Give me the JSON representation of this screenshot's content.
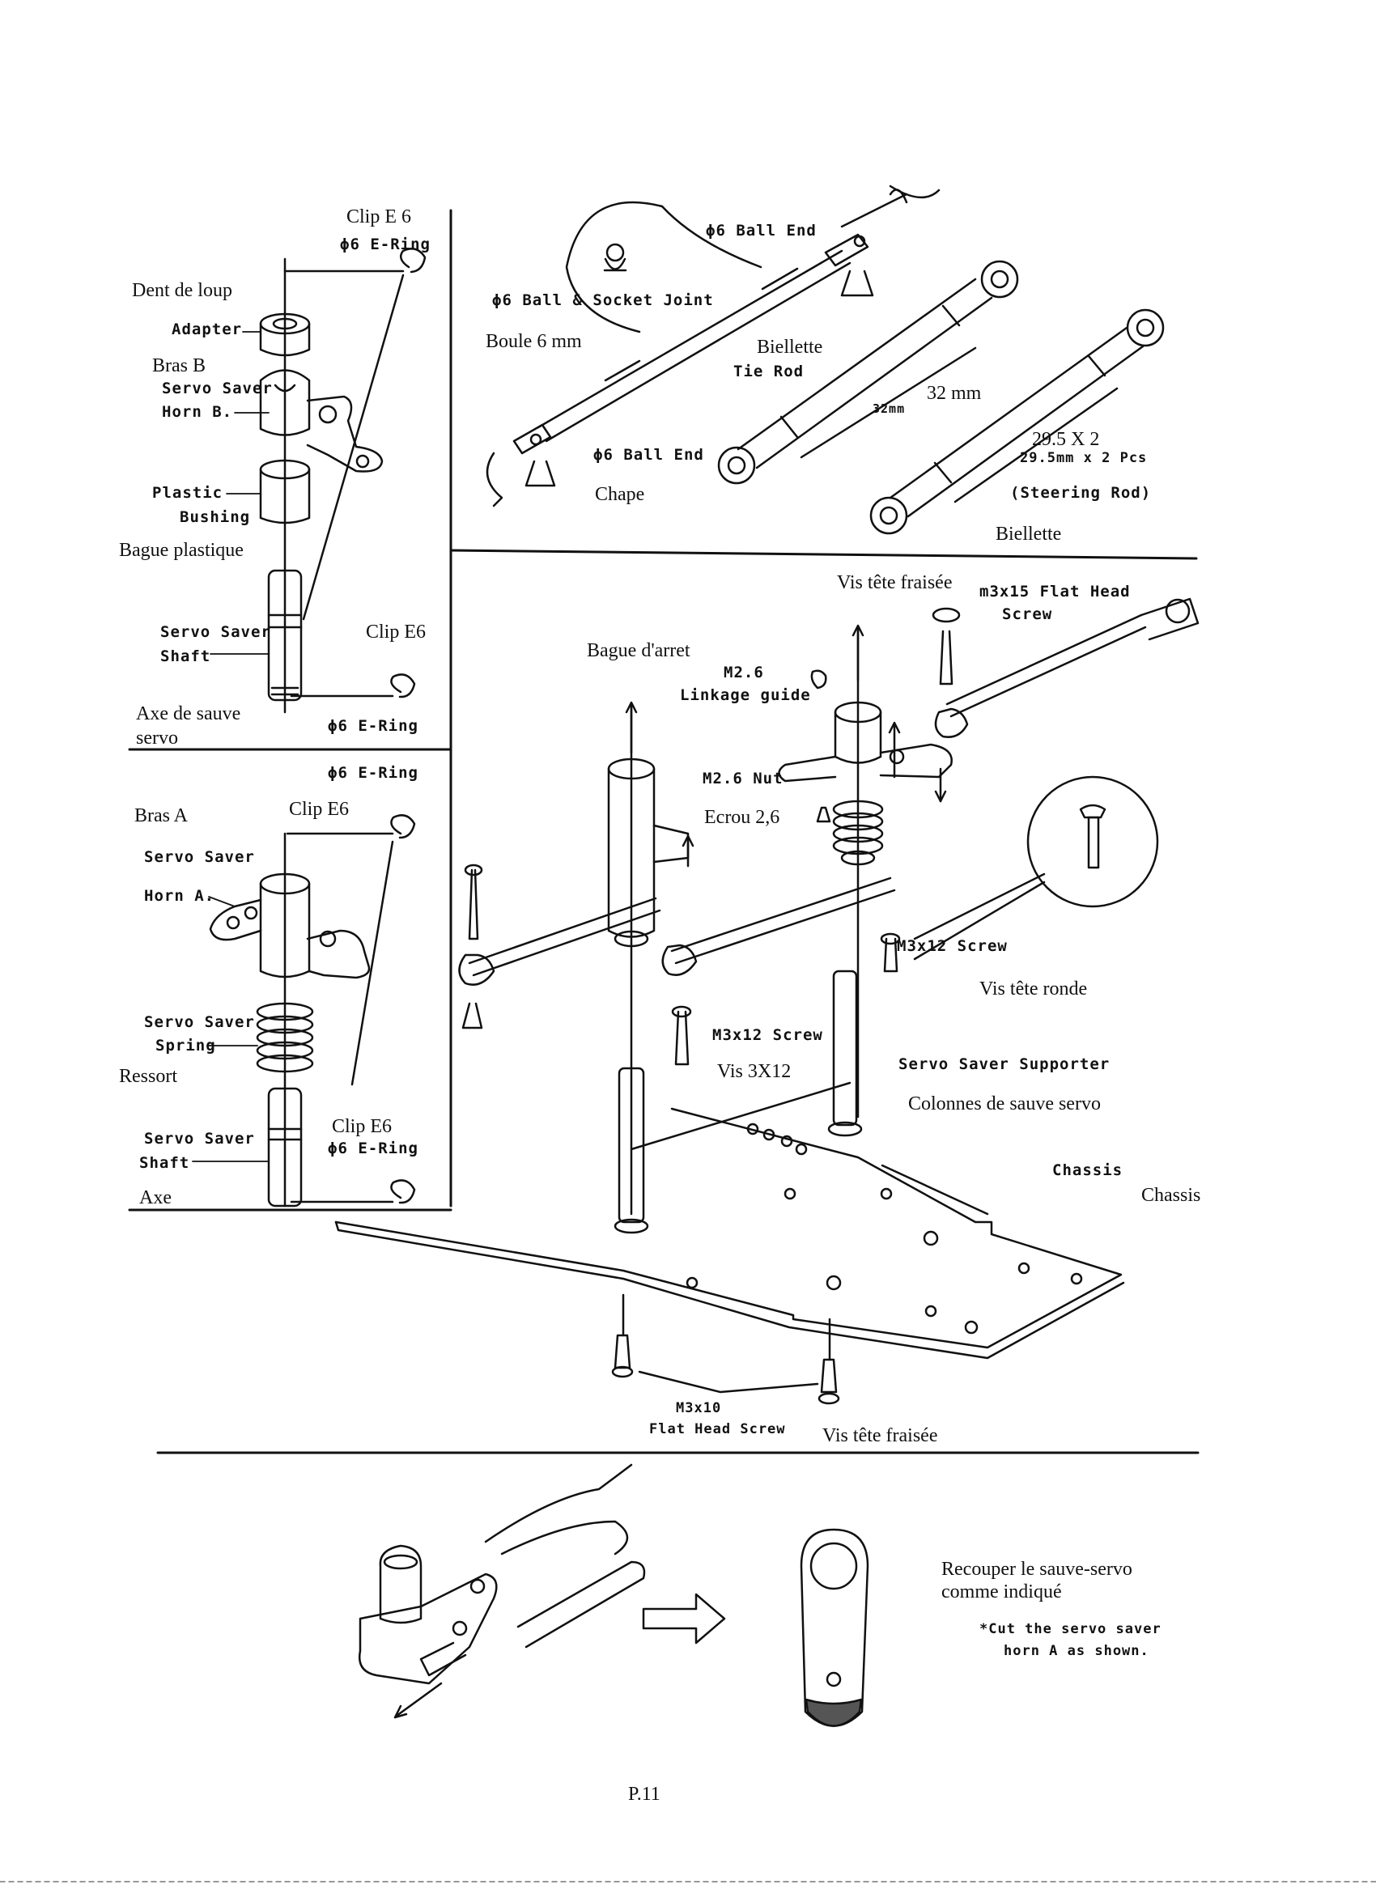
{
  "labels": {
    "clip_e6_top": "Clip E 6",
    "e_ring_top": "ϕ6 E-Ring",
    "dent_de_loup": "Dent de loup",
    "adapter": "Adapter",
    "bras_b": "Bras B",
    "servo_saver_horn_b_1": "Servo Saver",
    "servo_saver_horn_b_2": "Horn B.",
    "plastic_bushing_1": "Plastic",
    "plastic_bushing_2": "Bushing",
    "bague_plastique": "Bague plastique",
    "servo_saver_shaft_1": "Servo Saver",
    "servo_saver_shaft_2": "Shaft",
    "clip_e6_mid": "Clip E6",
    "axe_sauve_servo_1": "Axe de sauve",
    "axe_sauve_servo_2": "servo",
    "e_ring_mid": "ϕ6 E-Ring",
    "e_ring_low": "ϕ6 E-Ring",
    "bras_a": "Bras A",
    "clip_e6_low": "Clip E6",
    "servo_saver_horn_a_1": "Servo Saver",
    "servo_saver_horn_a_2": "Horn A.",
    "servo_saver_spring_1": "Servo Saver",
    "servo_saver_spring_2": "Spring",
    "ressort": "Ressort",
    "servo_saver_shaft_b_1": "Servo Saver",
    "servo_saver_shaft_b_2": "Shaft",
    "clip_e6_bottom": "Clip E6",
    "e_ring_bottom": "ϕ6 E-Ring",
    "axe": "Axe",
    "ball_end_top": "ϕ6 Ball End",
    "ball_socket_joint": "ϕ6 Ball & Socket Joint",
    "boule_6mm": "Boule 6 mm",
    "biellette_top": "Biellette",
    "tie_rod": "Tie Rod",
    "ball_end_bottom": "ϕ6 Ball End",
    "chape": "Chape",
    "dim_32mm_small": "32mm",
    "dim_32mm": "32 mm",
    "dim_29_5_x2": "29.5 X 2",
    "dim_29_5mm_2pcs": "29.5mm x 2 Pcs",
    "steering_rod": "(Steering Rod)",
    "biellette_bottom": "Biellette",
    "vis_tete_fraisee_top": "Vis tête fraisée",
    "m3x15_1": "m3x15 Flat Head",
    "m3x15_2": "Screw",
    "bague_arret": "Bague d'arret",
    "m26_linkage_1": "M2.6",
    "m26_linkage_2": "Linkage guide",
    "m26_nut": "M2.6 Nut",
    "ecrou_26": "Ecrou 2,6",
    "m3x12_screw_right": "M3x12 Screw",
    "vis_tete_ronde": "Vis tête ronde",
    "m3x12_screw_mid": "M3x12 Screw",
    "vis_3x12": "Vis 3X12",
    "servo_saver_supporter": "Servo Saver Supporter",
    "colonnes": "Colonnes de sauve servo",
    "chassis_en": "Chassis",
    "chassis_fr": "Chassis",
    "m3x10": "M3x10",
    "flat_head_screw": "Flat Head Screw",
    "vis_tete_fraisee_bottom": "Vis tête fraisée",
    "recouper_1": "Recouper le sauve-servo",
    "recouper_2": "comme indiqué",
    "cut_note_1": "*Cut the servo saver",
    "cut_note_2": "horn A as shown.",
    "page_number": "P.11"
  }
}
